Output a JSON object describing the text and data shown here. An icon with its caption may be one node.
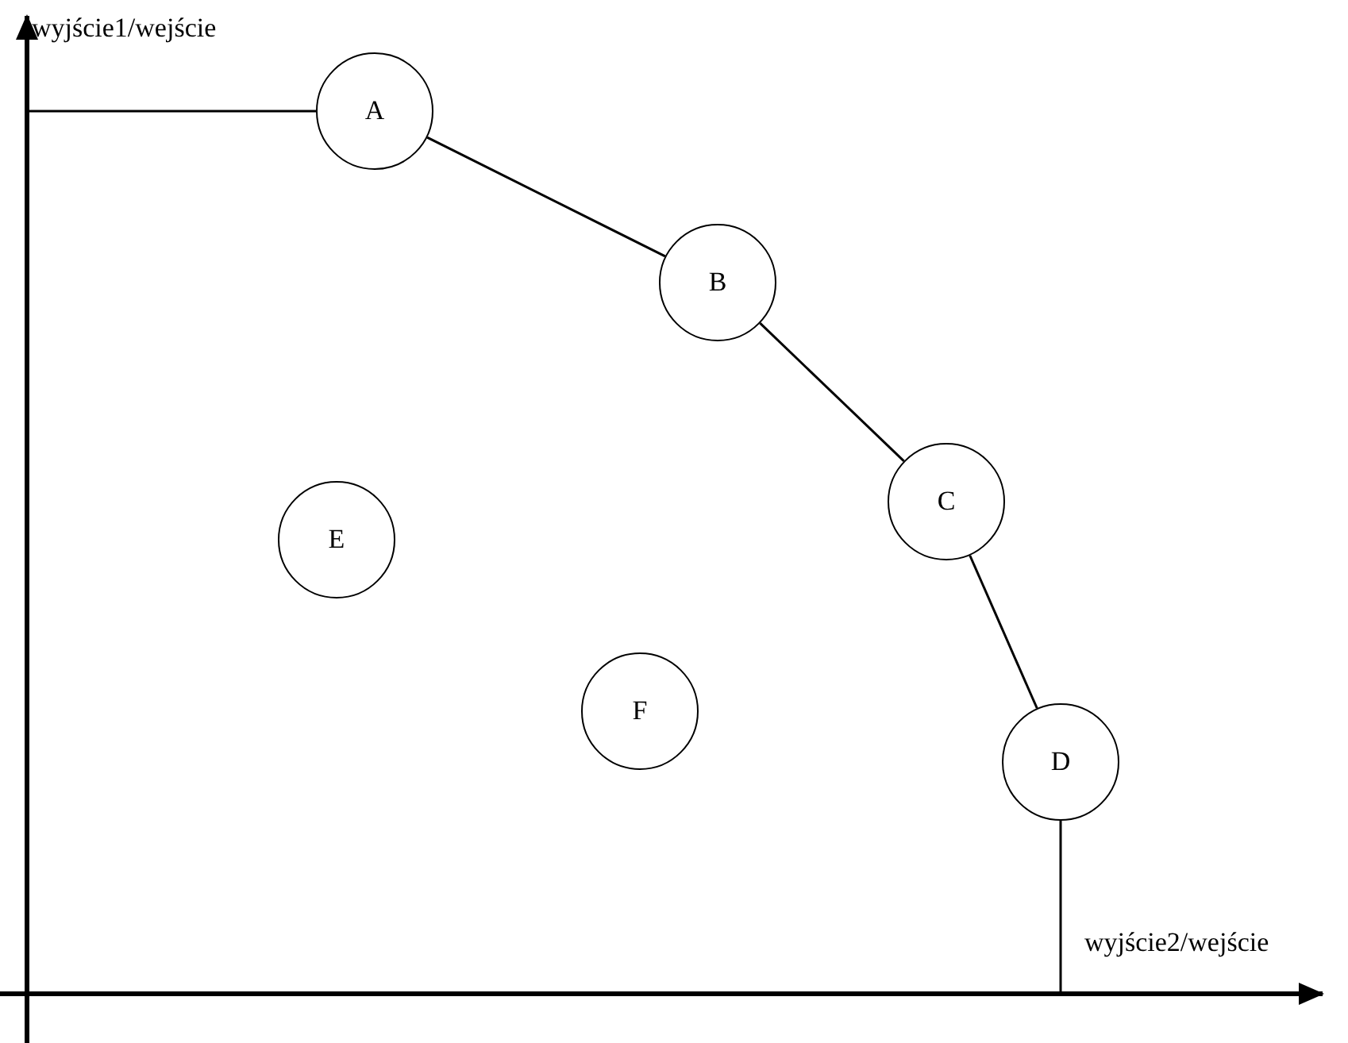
{
  "diagram": {
    "nodes": [
      {
        "text": [
          "A"
        ]
      },
      {
        "text": [
          "B"
        ]
      },
      {
        "text": [
          "C"
        ]
      },
      {
        "text": [
          "D"
        ]
      },
      {
        "text": [
          "E"
        ]
      },
      {
        "text": [
          "F"
        ]
      }
    ],
    "edges": [
      {
        "from": null,
        "to": 0,
        "arrow": "none"
      },
      {
        "from": 0,
        "to": 1,
        "arrow": "none"
      },
      {
        "from": 1,
        "to": 2,
        "arrow": "none"
      },
      {
        "from": 2,
        "to": 3,
        "arrow": "none"
      },
      {
        "from": 3,
        "to": null,
        "arrow": "none"
      }
    ],
    "labels": [
      "wyjście1/wejście",
      "wyjście2/wejście"
    ]
  }
}
